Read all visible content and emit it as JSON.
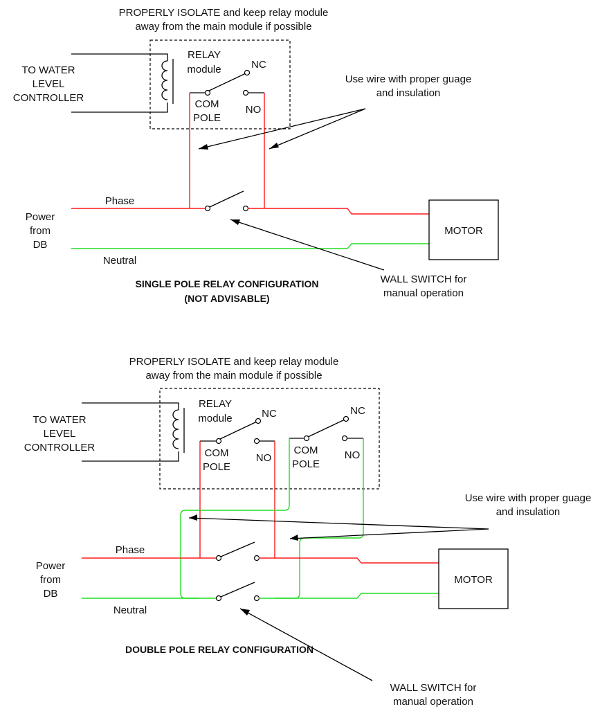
{
  "single": {
    "note_line1": "PROPERLY ISOLATE and keep relay module",
    "note_line2": "away from the main module if possible",
    "relay_line1": "RELAY",
    "relay_line2": "module",
    "ctrl_line1": "TO WATER",
    "ctrl_line2": "LEVEL",
    "ctrl_line3": "CONTROLLER",
    "nc": "NC",
    "no": "NO",
    "com": "COM",
    "pole": "POLE",
    "wire_line1": "Use wire with proper guage",
    "wire_line2": "and insulation",
    "phase": "Phase",
    "neutral": "Neutral",
    "power_line1": "Power",
    "power_line2": "from",
    "power_line3": "DB",
    "motor": "MOTOR",
    "switch_line1": "WALL SWITCH for",
    "switch_line2": "manual operation",
    "title_line1": "SINGLE POLE RELAY CONFIGURATION",
    "title_line2": "(NOT ADVISABLE)"
  },
  "double": {
    "note_line1": "PROPERLY ISOLATE and keep relay module",
    "note_line2": "away from the main module if possible",
    "relay_line1": "RELAY",
    "relay_line2": "module",
    "ctrl_line1": "TO WATER",
    "ctrl_line2": "LEVEL",
    "ctrl_line3": "CONTROLLER",
    "nc": "NC",
    "no": "NO",
    "com": "COM",
    "pole": "POLE",
    "wire_line1": "Use wire with proper guage",
    "wire_line2": "and insulation",
    "phase": "Phase",
    "neutral": "Neutral",
    "power_line1": "Power",
    "power_line2": "from",
    "power_line3": "DB",
    "motor": "MOTOR",
    "switch_line1": "WALL SWITCH for",
    "switch_line2": "manual operation",
    "title_line1": "DOUBLE POLE RELAY CONFIGURATION"
  },
  "colors": {
    "phase_wire": "#ff1a1a",
    "neutral_wire": "#22dd22",
    "outline": "#000000"
  }
}
